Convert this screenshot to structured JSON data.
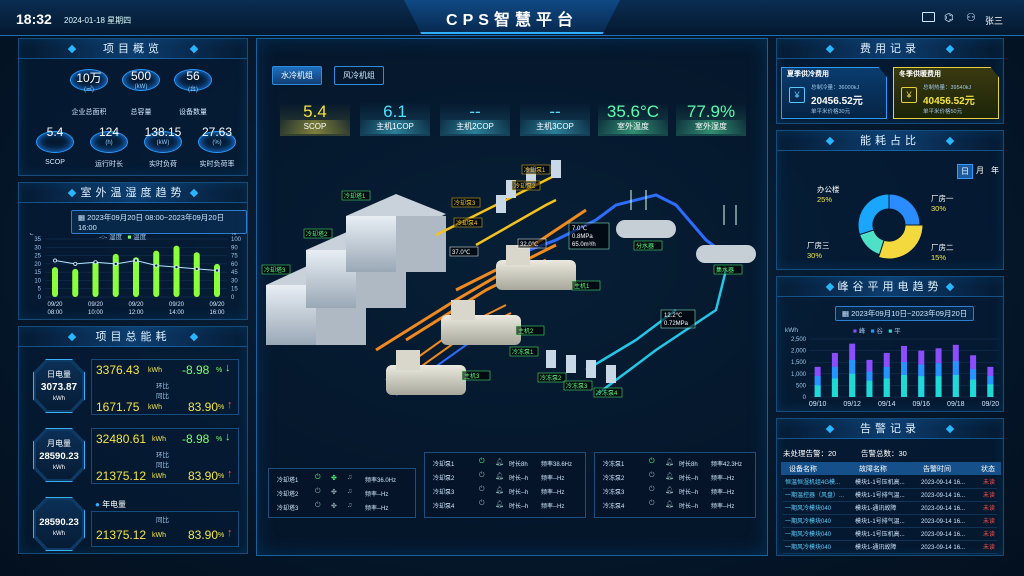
{
  "header": {
    "time": "18:32",
    "date": "2024-01-18 星期四",
    "title": "CPS智慧平台",
    "user": "张三"
  },
  "overview": {
    "title": "项目概览",
    "row1": [
      {
        "value": "10万",
        "unit": "(㎡)",
        "label": "企业总面积"
      },
      {
        "value": "500",
        "unit": "(kW)",
        "label": "总容量"
      },
      {
        "value": "56",
        "unit": "(台)",
        "label": "设备数量"
      }
    ],
    "row2": [
      {
        "value": "5.4",
        "unit": "",
        "label": "SCOP"
      },
      {
        "value": "124",
        "unit": "(h)",
        "label": "运行时长"
      },
      {
        "value": "138.15",
        "unit": "(kW)",
        "label": "实时负荷"
      },
      {
        "value": "27.63",
        "unit": "(%)",
        "label": "实时负荷率"
      }
    ]
  },
  "temp_panel": {
    "title": "室外温湿度趋势",
    "date_range": "2023年09月20日 08:00~2023年09月20日 16:00",
    "legend_humidity": "湿度",
    "legend_temp": "温度",
    "y_left_unit": "℃",
    "y_right_unit": "%"
  },
  "energy_panel": {
    "title": "项目总能耗",
    "day": {
      "label": "日电量",
      "value": "3073.87",
      "unit": "kWh",
      "cur": "3376.43",
      "hb": "-8.98",
      "hb_label": "环比",
      "prev": "1671.75",
      "tb": "83.90",
      "tb_label": "同比"
    },
    "month": {
      "label": "月电量",
      "value": "28590.23",
      "unit": "kWh",
      "cur": "32480.61",
      "hb": "-8.98",
      "hb_label": "环比",
      "prev": "21375.12",
      "tb": "83.90",
      "tb_label": "同比"
    },
    "year": {
      "label": "年电量",
      "value": "28590.23",
      "unit": "kWh",
      "prev": "21375.12",
      "tb": "83.90",
      "tb_label": "同比"
    },
    "kwh": "kWh",
    "pct": "%"
  },
  "center": {
    "tabs": [
      "水冷机组",
      "风冷机组"
    ],
    "kpis": [
      {
        "value": "5.4",
        "label": "SCOP",
        "color": "#f5e542"
      },
      {
        "value": "6.1",
        "label": "主机1COP",
        "color": "#4fe0ff"
      },
      {
        "value": "--",
        "label": "主机2COP",
        "color": "#4fe0ff"
      },
      {
        "value": "--",
        "label": "主机3COP",
        "color": "#4fe0ff"
      },
      {
        "value": "35.6°C",
        "label": "室外温度",
        "color": "#5cffb2"
      },
      {
        "value": "77.9%",
        "label": "室外湿度",
        "color": "#5cffb2"
      }
    ],
    "diagram_labels": {
      "ct1": "冷却塔1",
      "ct2": "冷却塔2",
      "ct3": "冷却塔3",
      "cwp1": "冷却泵1",
      "cwp2": "冷却泵2",
      "cwp3": "冷却泵3",
      "cwp4": "冷却泵4",
      "chp1": "冷冻泵1",
      "chp2": "冷冻泵2",
      "chp3": "冷冻泵3",
      "chp4": "冷冻泵4",
      "main1": "主机1",
      "main2": "主机2",
      "main3": "主机3",
      "dist": "分水器",
      "coll": "集水器",
      "t1": "37.0℃",
      "t2": "32.0℃",
      "sup": "7.0℃",
      "sup_p": "0.8MPa",
      "sup_f": "65.0m³/h",
      "ret": "12.2℃",
      "ret_p": "0.72MPa"
    },
    "tables": [
      {
        "rows": [
          {
            "name": "冷却塔1",
            "freq": "频率36.0Hz",
            "on": true
          },
          {
            "name": "冷却塔2",
            "freq": "频率--Hz",
            "on": false
          },
          {
            "name": "冷却塔3",
            "freq": "频率--Hz",
            "on": false
          }
        ]
      },
      {
        "rows": [
          {
            "name": "冷却泵1",
            "dur": "时长8h",
            "freq": "频率38.6Hz",
            "on": true
          },
          {
            "name": "冷却泵2",
            "dur": "时长--h",
            "freq": "频率--Hz",
            "on": false
          },
          {
            "name": "冷却泵3",
            "dur": "时长--h",
            "freq": "频率--Hz",
            "on": false
          },
          {
            "name": "冷却泵4",
            "dur": "时长--h",
            "freq": "频率--Hz",
            "on": false
          }
        ]
      },
      {
        "rows": [
          {
            "name": "冷冻泵1",
            "dur": "时长8h",
            "freq": "频率42.3Hz",
            "on": true
          },
          {
            "name": "冷冻泵2",
            "dur": "时长--h",
            "freq": "频率--Hz",
            "on": false
          },
          {
            "name": "冷冻泵3",
            "dur": "时长--h",
            "freq": "频率--Hz",
            "on": false
          },
          {
            "name": "冷冻泵4",
            "dur": "时长--h",
            "freq": "频率--Hz",
            "on": false
          }
        ]
      }
    ]
  },
  "cost": {
    "title": "费用记录",
    "summer": {
      "title": "夏季供冷费用",
      "total_label": "总制冷量：36000kJ",
      "value": "20456.52元",
      "unit_price": "单平米价格30元"
    },
    "winter": {
      "title": "冬季供暖费用",
      "total_label": "总制热量：39540kJ",
      "value": "40456.52元",
      "unit_price": "单平米价格50元"
    }
  },
  "share": {
    "title": "能耗占比",
    "tabs": [
      "日",
      "月",
      "年"
    ],
    "items": [
      {
        "name": "办公楼",
        "pct": "25%"
      },
      {
        "name": "厂房一",
        "pct": "30%"
      },
      {
        "name": "厂房二",
        "pct": "15%"
      },
      {
        "name": "厂房三",
        "pct": "30%"
      }
    ]
  },
  "peak": {
    "title": "峰谷平用电趋势",
    "date_range": "2023年09月10日~2023年09月20日",
    "unit": "kWh",
    "legend": [
      "峰",
      "谷",
      "平"
    ]
  },
  "alarm": {
    "title": "告警记录",
    "unhandled": "未处理告警：20",
    "total": "告警总数：30",
    "headers": [
      "设备名称",
      "故障名称",
      "告警时间",
      "状态"
    ],
    "rows": [
      [
        "恒温恒湿机组4G模...",
        "模块1-1号压机高...",
        "2023-09-14 16...",
        "未读"
      ],
      [
        "一期温控器（风盘）...",
        "模块1-1号排气温...",
        "2023-09-14 16...",
        "未读"
      ],
      [
        "一期风冷模块040",
        "模块1-通讯故障",
        "2023-09-14 16...",
        "未读"
      ],
      [
        "一期风冷模块040",
        "模块1-1号排气温...",
        "2023-09-14 16...",
        "未读"
      ],
      [
        "一期风冷模块040",
        "模块1-1号压机高...",
        "2023-09-14 16...",
        "未读"
      ],
      [
        "一期风冷模块040",
        "模块1-通讯故障",
        "2023-09-14 16...",
        "未读"
      ]
    ]
  },
  "chart_data": [
    {
      "type": "line",
      "title": "",
      "x": [
        "09/20 08:00",
        "",
        "09/20 10:00",
        "",
        "09/20 12:00",
        "",
        "09/20 14:00",
        "",
        "09/20 16:00"
      ],
      "x_ticks": [
        [
          "09/20",
          "08:00"
        ],
        [
          "09/20",
          "10:00"
        ],
        [
          "09/20",
          "12:00"
        ],
        [
          "09/20",
          "14:00"
        ],
        [
          "09/20",
          "16:00"
        ]
      ],
      "series": [
        {
          "name": "湿度",
          "kind": "line",
          "values": [
            22,
            20,
            21,
            20,
            22,
            19,
            18,
            17,
            16
          ]
        },
        {
          "name": "温度",
          "kind": "bar",
          "values": [
            18,
            17,
            22,
            26,
            24,
            28,
            31,
            27,
            20
          ]
        }
      ],
      "y_left_ticks": [
        0,
        5,
        10,
        15,
        20,
        25,
        30,
        35
      ],
      "y_right_ticks": [
        0,
        15,
        30,
        45,
        60,
        75,
        90,
        100
      ],
      "ylim": [
        0,
        35
      ]
    },
    {
      "type": "pie",
      "categories": [
        "办公楼",
        "厂房一",
        "厂房二",
        "厂房三"
      ],
      "values": [
        25,
        30,
        15,
        30
      ],
      "colors": [
        "#2a8cff",
        "#f3d93e",
        "#4fe0c8",
        "#1aa6ff"
      ]
    },
    {
      "type": "bar",
      "categories": [
        "09/10",
        "09/11",
        "09/12",
        "09/13",
        "09/14",
        "09/15",
        "09/16",
        "09/17",
        "09/18",
        "09/19",
        "09/20"
      ],
      "x_tick_labels": [
        "09/10",
        "09/12",
        "09/14",
        "09/16",
        "09/18",
        "09/20"
      ],
      "series": [
        {
          "name": "峰",
          "values": [
            1300,
            1900,
            2300,
            1600,
            1900,
            2200,
            2000,
            2100,
            2250,
            1800,
            1300
          ]
        },
        {
          "name": "谷",
          "values": [
            900,
            1300,
            1600,
            1100,
            1300,
            1500,
            1400,
            1450,
            1550,
            1200,
            900
          ]
        },
        {
          "name": "平",
          "values": [
            500,
            800,
            1000,
            700,
            800,
            950,
            900,
            900,
            950,
            750,
            550
          ]
        }
      ],
      "ylim": [
        0,
        2500
      ],
      "yticks": [
        0,
        250,
        500,
        750,
        1000,
        1250,
        1500,
        1750,
        2000,
        2250,
        2500
      ],
      "ytick_labels": [
        "0",
        "250",
        "500",
        "750",
        "1,000",
        "1,250",
        "1,500",
        "1,750",
        "2,000",
        "2,250",
        "2,500"
      ]
    }
  ]
}
